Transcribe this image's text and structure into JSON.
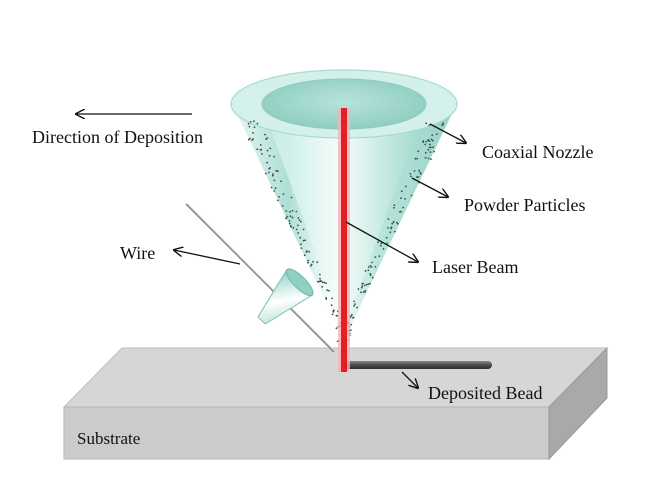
{
  "labels": {
    "direction": "Direction of Deposition",
    "nozzle": "Coaxial Nozzle",
    "powder": "Powder Particles",
    "laser": "Laser Beam",
    "wire": "Wire",
    "bead": "Deposited Bead",
    "substrate": "Substrate"
  },
  "colors": {
    "nozzle_fill": "#a8ddd2",
    "nozzle_edge": "#c6ebe4",
    "laser": "#e21f26",
    "substrate_top": "#d3d3d3",
    "substrate_front": "#c8c8c8",
    "substrate_side": "#a8a8a8",
    "bead": "#555555"
  },
  "icons": {
    "direction_arrow": "left-arrow-icon"
  }
}
